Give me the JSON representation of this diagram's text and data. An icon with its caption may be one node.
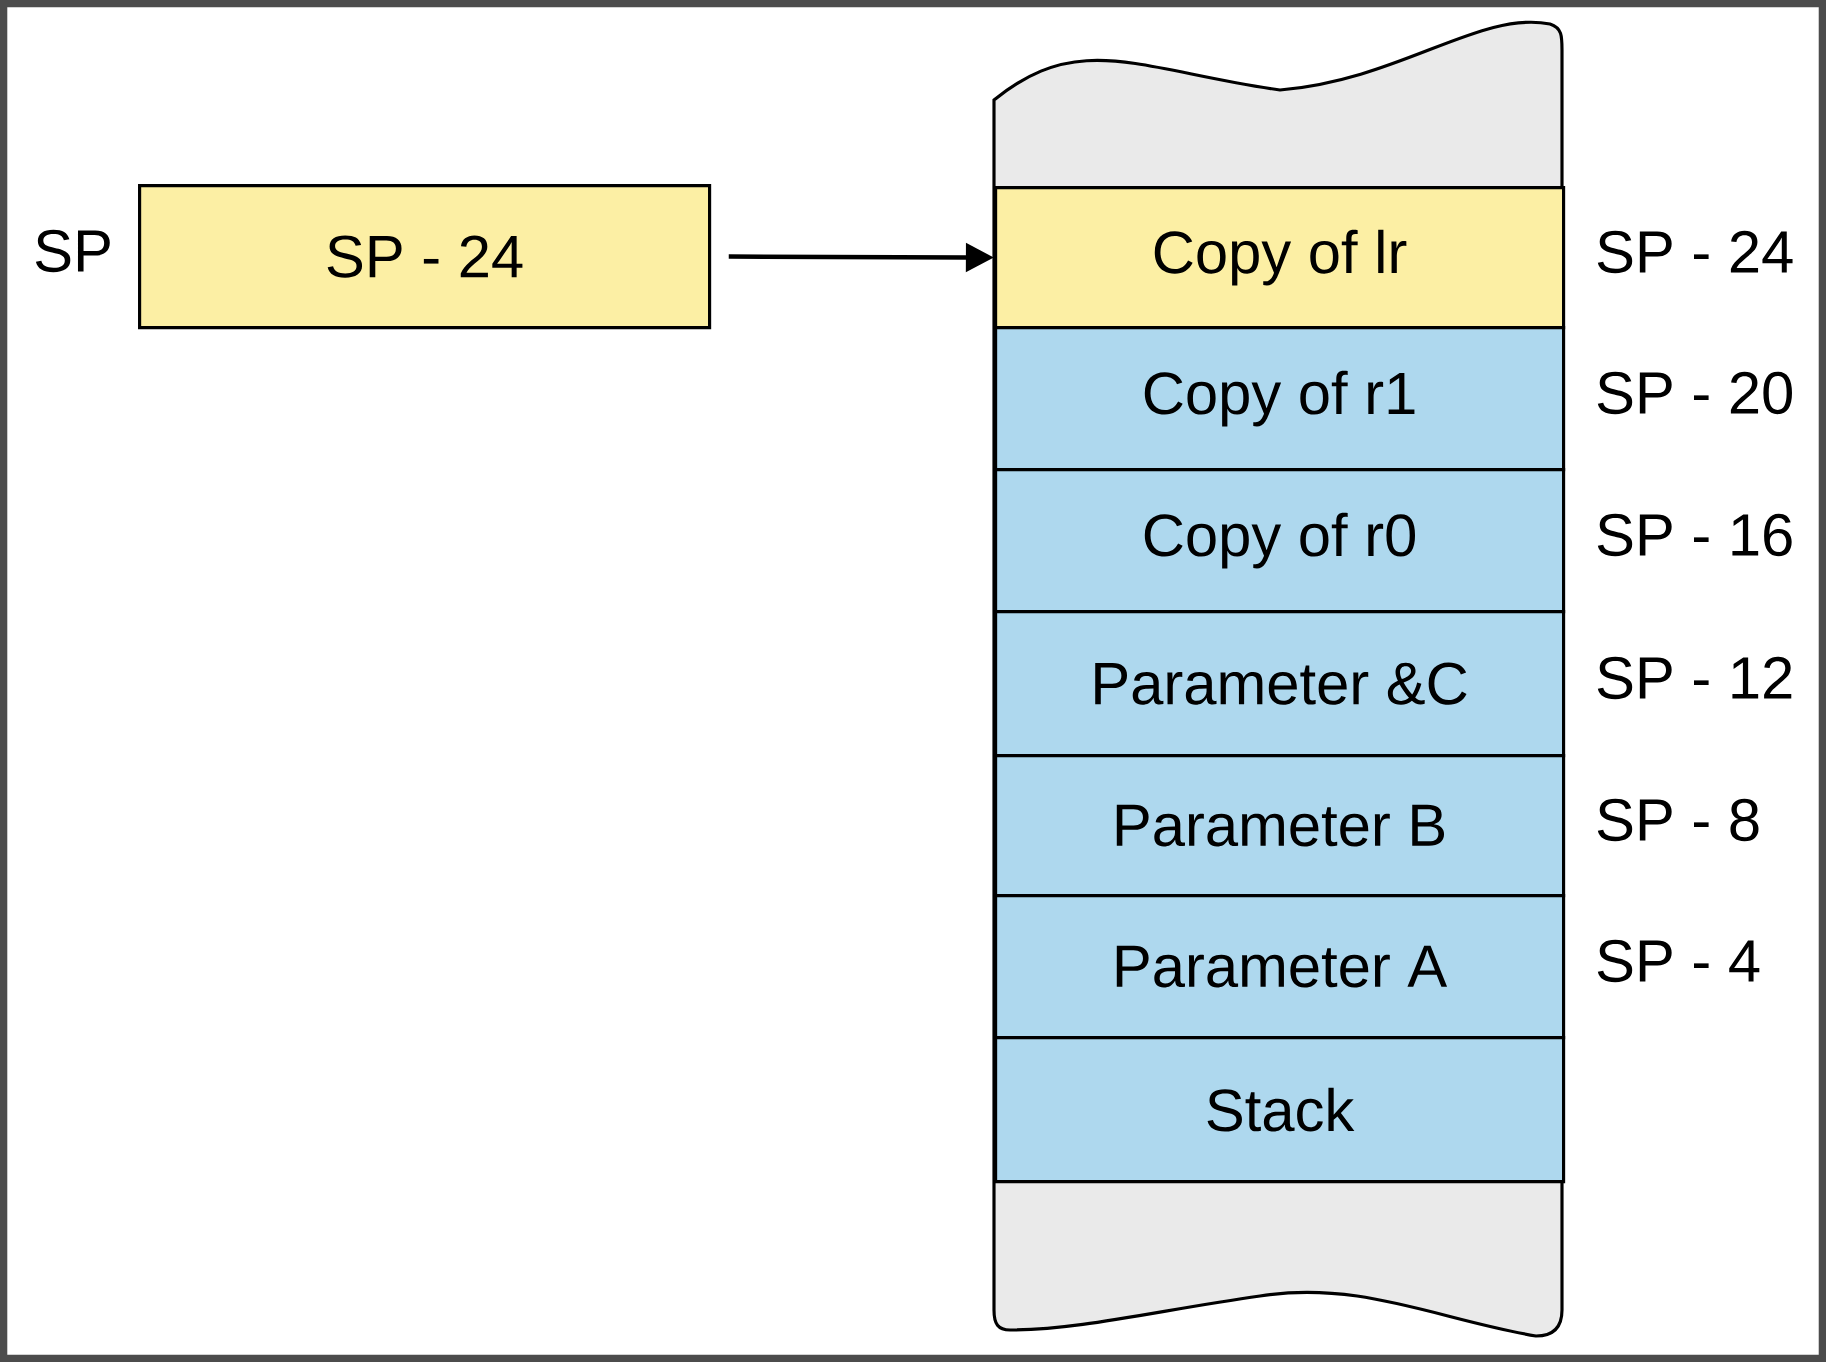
{
  "diagram": {
    "nodes": [
      {
        "text": [
          "SP - 24"
        ],
        "beside": [
          "SP"
        ]
      },
      {
        "text": [
          "Copy of lr"
        ],
        "beside": [
          "SP - 24"
        ]
      },
      {
        "text": [
          "Copy of r1"
        ],
        "beside": [
          "SP - 20"
        ]
      },
      {
        "text": [
          "Copy of r0"
        ],
        "beside": [
          "SP - 16"
        ]
      },
      {
        "text": [
          "Parameter &C"
        ],
        "beside": [
          "SP - 12"
        ]
      },
      {
        "text": [
          "Parameter B"
        ],
        "beside": [
          "SP - 8"
        ]
      },
      {
        "text": [
          "Parameter A"
        ],
        "beside": [
          "SP - 4"
        ]
      },
      {
        "text": [
          "Stack"
        ]
      }
    ],
    "edges": [
      {
        "from": 0,
        "to": 1,
        "arrow": "to"
      }
    ]
  }
}
